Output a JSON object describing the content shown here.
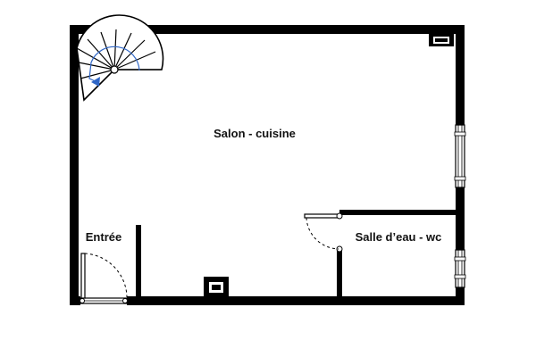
{
  "rooms": [
    {
      "id": "salon",
      "label": "Salon - cuisine"
    },
    {
      "id": "entree",
      "label": "Entrée"
    },
    {
      "id": "sde",
      "label": "Salle d’eau - wc"
    }
  ],
  "icons": {
    "staircase": "spiral-staircase-icon",
    "appliance": "appliance-icon",
    "fireplace": "fireplace-icon"
  },
  "colors": {
    "wall": "#000000",
    "background": "#ffffff",
    "stair_arrow": "#2f66c6"
  }
}
